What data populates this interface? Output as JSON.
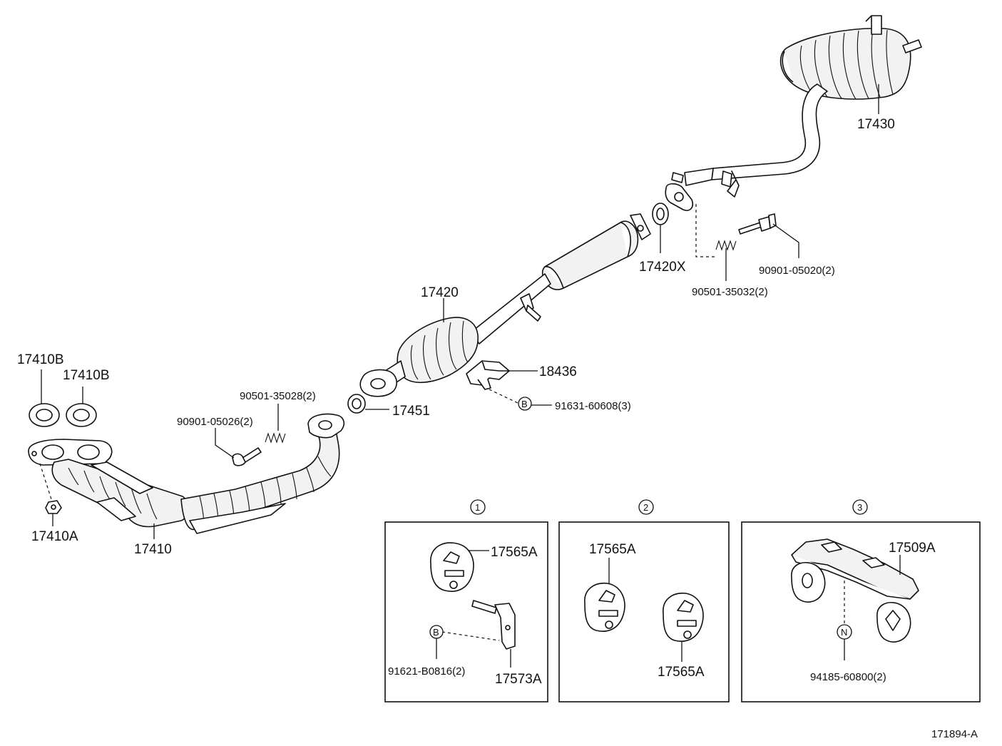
{
  "labels": {
    "p17430": "17430",
    "p17420X": "17420X",
    "p90901_05020": "90901-05020(2)",
    "p90501_35032": "90501-35032(2)",
    "p17420": "17420",
    "p18436": "18436",
    "p91631_60608": "91631-60608(3)",
    "p17451": "17451",
    "p90501_35028": "90501-35028(2)",
    "p90901_05026": "90901-05026(2)",
    "p17410B_1": "17410B",
    "p17410B_2": "17410B",
    "p17410A": "17410A",
    "p17410": "17410",
    "box1_17565A": "17565A",
    "box1_91621_B0816": "91621-B0816(2)",
    "box1_17573A": "17573A",
    "box2_17565A_top": "17565A",
    "box2_17565A_bottom": "17565A",
    "box3_17509A": "17509A",
    "box3_94185_60800": "94185-60800(2)",
    "diagram_id": "171894-A"
  },
  "callouts": {
    "b_main": "B",
    "b_box1": "B",
    "n_box3": "N",
    "box1_number": "1",
    "box2_number": "2",
    "box3_number": "3"
  }
}
